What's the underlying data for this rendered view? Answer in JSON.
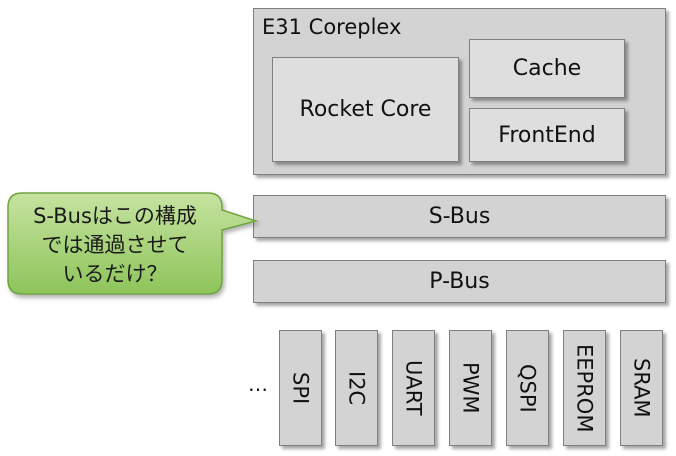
{
  "coreplex": {
    "title": "E31 Coreplex",
    "rocket_core": "Rocket Core",
    "cache": "Cache",
    "frontend": "FrontEnd"
  },
  "buses": {
    "sbus": "S-Bus",
    "pbus": "P-Bus"
  },
  "peripherals": [
    "SPI",
    "I2C",
    "UART",
    "PWM",
    "QSPI",
    "EEPROM",
    "SRAM"
  ],
  "ellipsis": "…",
  "callout": {
    "lines": [
      "S-Busはこの構成",
      "では通過させて",
      "いるだけ？"
    ],
    "fill_top": "#c6e3a0",
    "fill_bottom": "#8dc45a",
    "stroke": "#6fa33f"
  }
}
